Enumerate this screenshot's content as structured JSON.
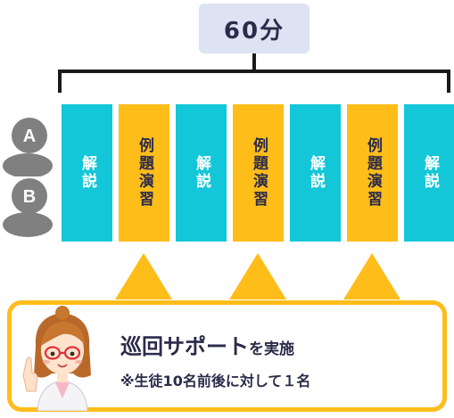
{
  "duration_label": "60分",
  "students": [
    {
      "label": "A"
    },
    {
      "label": "B"
    }
  ],
  "blocks": [
    {
      "label": "解説",
      "kind": "explain"
    },
    {
      "label": "例題演習",
      "kind": "practice"
    },
    {
      "label": "解説",
      "kind": "explain"
    },
    {
      "label": "例題演習",
      "kind": "practice"
    },
    {
      "label": "解説",
      "kind": "explain"
    },
    {
      "label": "例題演習",
      "kind": "practice"
    },
    {
      "label": "解説",
      "kind": "explain"
    }
  ],
  "callout": {
    "title_main": "巡回サポート",
    "title_suffix": "を実施",
    "note": "※生徒10名前後に対して１名"
  },
  "colors": {
    "explain": "#13c7d8",
    "practice": "#ffbd1a",
    "badge": "#dde3f3",
    "text": "#2b2b4a"
  }
}
